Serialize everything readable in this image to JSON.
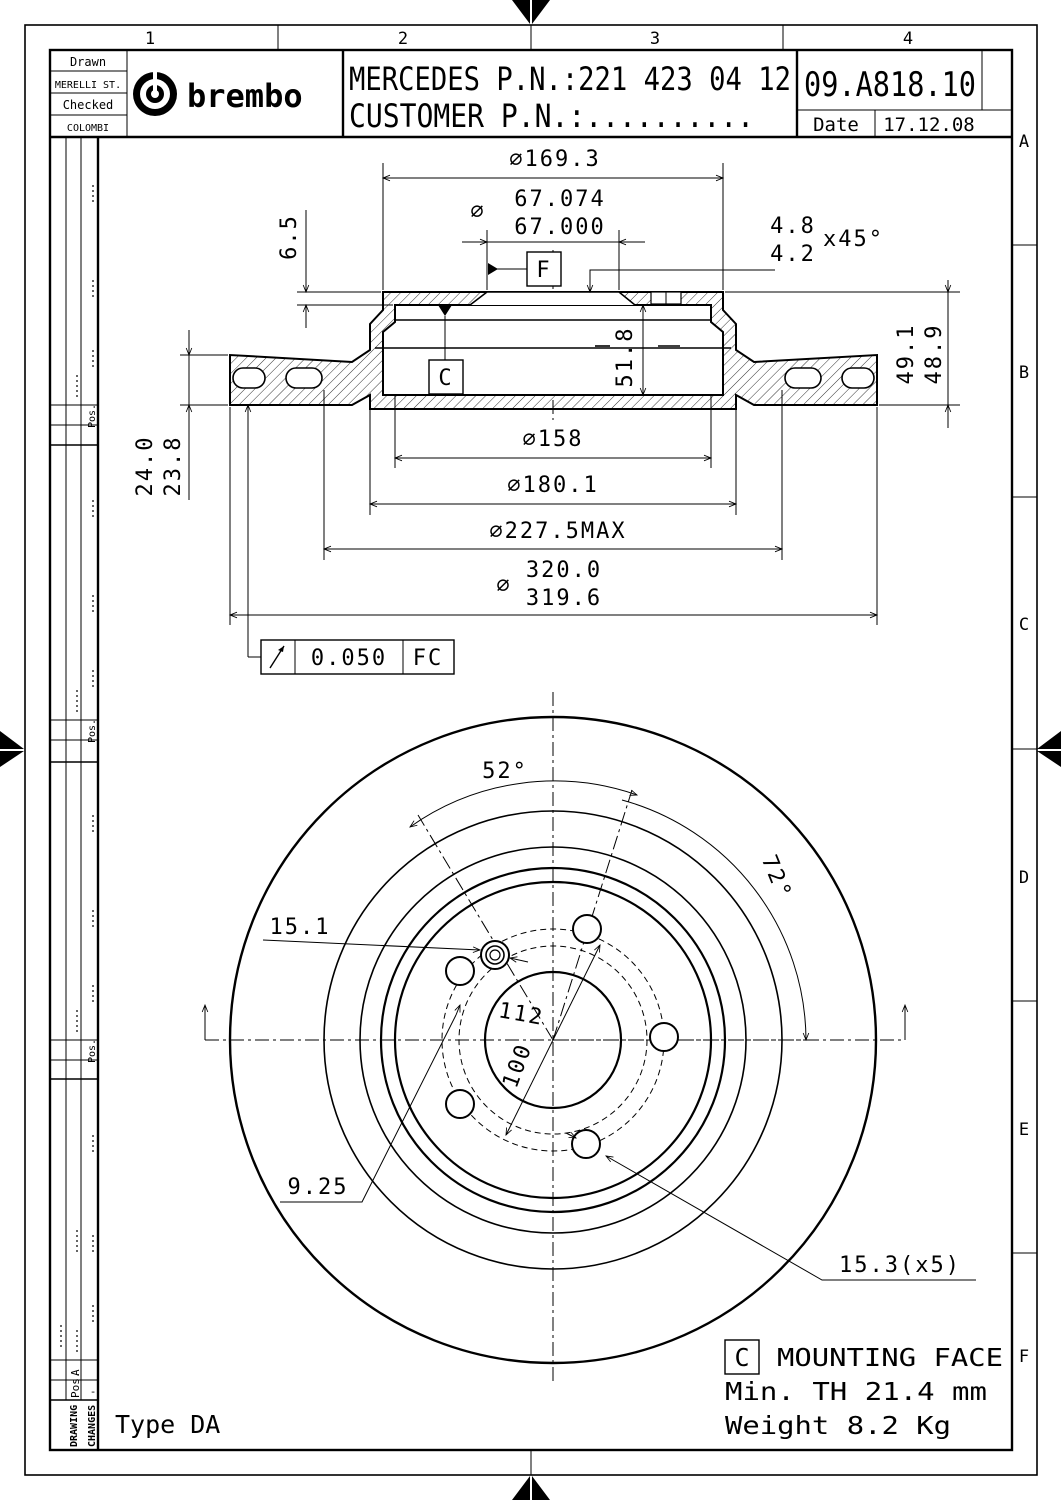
{
  "grid": {
    "columns": [
      "1",
      "2",
      "3",
      "4"
    ],
    "rows": [
      "A",
      "B",
      "C",
      "D",
      "E",
      "F"
    ]
  },
  "title_block": {
    "drawn_label": "Drawn",
    "drawn_by": "MERELLI ST.",
    "checked_label": "Checked",
    "checked_by": "COLOMBI",
    "logo_text": "brembo",
    "oem_line": "MERCEDES P.N.:221 423 04 12",
    "customer_line": "CUSTOMER P.N.:..........",
    "part_number": "09.A818.10",
    "date_label": "Date",
    "date_value": "17.12.08"
  },
  "side_strip": {
    "pos_label": "Pos.",
    "a_label": "A",
    "changes_label": "CHANGES",
    "drawing_label": "DRAWING",
    "dash": "-"
  },
  "section_dims": {
    "d_169": "169.3",
    "d_hub_max": "67.074",
    "d_hub_min": "67.000",
    "chamfer_max": "4.8",
    "chamfer_min": "4.2",
    "chamfer_angle": "x45°",
    "hat_step": "6.5",
    "datum_f": "F",
    "datum_c": "C",
    "hat_height": "51.8",
    "overall_h_max": "49.1",
    "overall_h_min": "48.9",
    "disc_th_max": "24.0",
    "disc_th_min": "23.8",
    "d_158": "158",
    "d_180": "180.1",
    "d_227": "227.5MAX",
    "d_outer_max": "320.0",
    "d_outer_min": "319.6",
    "runout_value": "0.050",
    "runout_datum": "FC",
    "diameter_symbol": "∅"
  },
  "front_view": {
    "angle_52": "52°",
    "angle_72": "72°",
    "pin_hole": "15.1",
    "pcd": "112",
    "hub_bore": "100",
    "pin_dia": "9.25",
    "bolt_holes": "15.3(x5)"
  },
  "notes": {
    "datum_box": "C",
    "mounting_face": "MOUNTING FACE",
    "min_th": "Min. TH 21.4 mm",
    "weight": "Weight 8.2 Kg",
    "type": "Type DA"
  }
}
